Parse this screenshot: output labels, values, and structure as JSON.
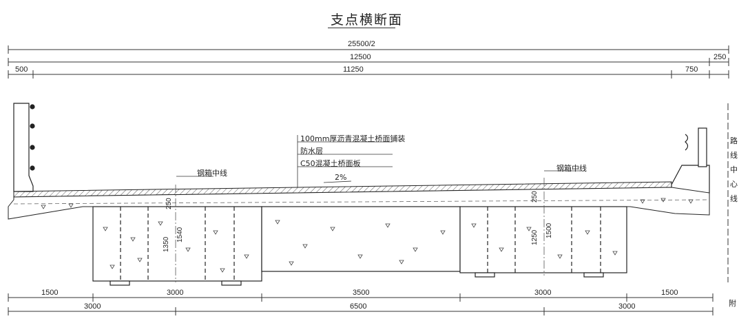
{
  "title": "支点横断面",
  "dimensions": {
    "row1": {
      "total": "25500/2"
    },
    "row2": {
      "main": "12500",
      "right": "250"
    },
    "row3": {
      "left": "500",
      "middle": "11250",
      "right": "750"
    },
    "bottom1": {
      "a": "1500",
      "b": "3000",
      "c": "3500",
      "d": "3000",
      "e": "1500"
    },
    "bottom2": {
      "a": "3000",
      "b": "6500",
      "c": "3000"
    }
  },
  "annotations": {
    "layer1": "100mm厚沥青混凝土桥面铺装",
    "layer2": "防水层",
    "layer3": "C50混凝土桥面板",
    "slope": "2%",
    "box_center_left": "钢箱中线",
    "box_center_right": "钢箱中线",
    "road_center": [
      "路",
      "线",
      "中",
      "心",
      "线"
    ],
    "edge_note": "附"
  },
  "vertical_dims": {
    "left_top": "250",
    "left_a": "1350",
    "left_b": "1540",
    "right_top": "250",
    "right_a": "1250",
    "right_b": "1500"
  }
}
